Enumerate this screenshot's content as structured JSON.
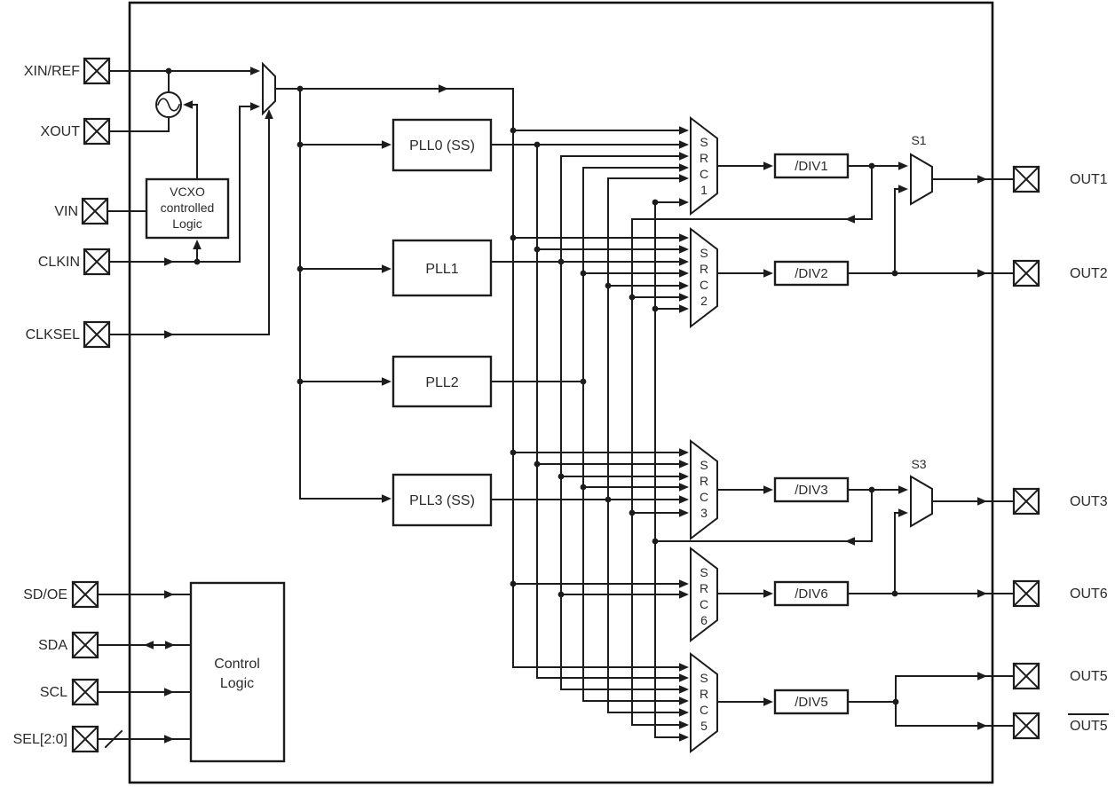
{
  "diagram": {
    "kind": "clock-generator block diagram",
    "colors": {
      "line": "#1c1c1c",
      "background": "#ffffff"
    }
  },
  "pins": {
    "inputs": [
      {
        "label": "XIN/REF"
      },
      {
        "label": "XOUT"
      },
      {
        "label": "VIN"
      },
      {
        "label": "CLKIN"
      },
      {
        "label": "CLKSEL"
      },
      {
        "label": "SD/OE"
      },
      {
        "label": "SDA"
      },
      {
        "label": "SCL"
      },
      {
        "label": "SEL[2:0]"
      }
    ],
    "outputs": [
      {
        "label": "OUT1",
        "overline": false
      },
      {
        "label": "OUT2",
        "overline": false
      },
      {
        "label": "OUT3",
        "overline": false
      },
      {
        "label": "OUT6",
        "overline": false
      },
      {
        "label": "OUT5",
        "overline": false
      },
      {
        "label": "OUT5",
        "overline": true
      }
    ]
  },
  "blocks": {
    "vcxo": {
      "line1": "VCXO",
      "line2": "controlled",
      "line3": "Logic"
    },
    "control": {
      "line1": "Control",
      "line2": "Logic"
    },
    "pll0": {
      "label": "PLL0 (SS)"
    },
    "pll1": {
      "label": "PLL1"
    },
    "pll2": {
      "label": "PLL2"
    },
    "pll3": {
      "label": "PLL3 (SS)"
    }
  },
  "muxes": {
    "src1": [
      "S",
      "R",
      "C",
      "1"
    ],
    "src2": [
      "S",
      "R",
      "C",
      "2"
    ],
    "src3": [
      "S",
      "R",
      "C",
      "3"
    ],
    "src6": [
      "S",
      "R",
      "C",
      "6"
    ],
    "src5": [
      "S",
      "R",
      "C",
      "5"
    ],
    "s1": {
      "label": "S1"
    },
    "s3": {
      "label": "S3"
    }
  },
  "dividers": [
    {
      "label": "/DIV1"
    },
    {
      "label": "/DIV2"
    },
    {
      "label": "/DIV3"
    },
    {
      "label": "/DIV6"
    },
    {
      "label": "/DIV5"
    }
  ]
}
